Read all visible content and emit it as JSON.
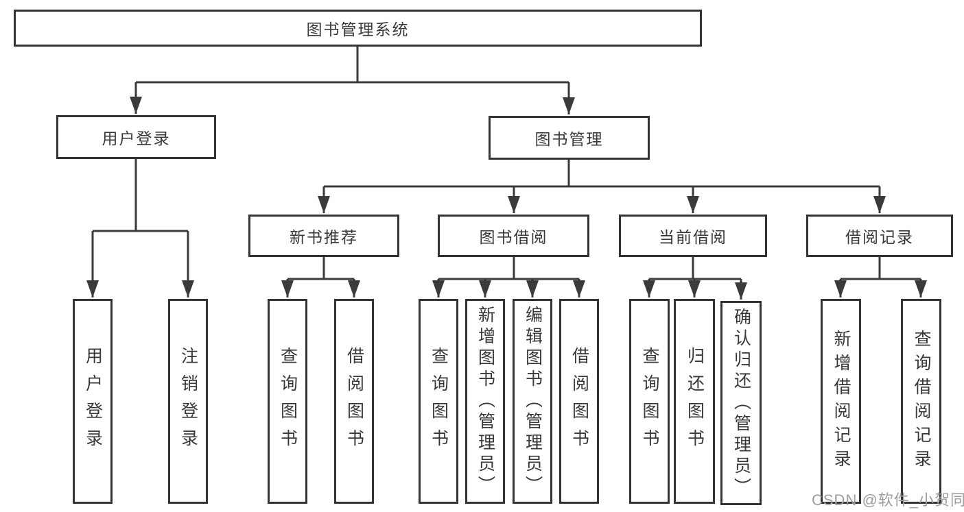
{
  "diagram": {
    "root": {
      "label": "图书管理系统"
    },
    "branches": [
      {
        "label": "用户登录",
        "children": [
          {
            "label": "用户登录"
          },
          {
            "label": "注销登录"
          }
        ]
      },
      {
        "label": "图书管理",
        "children": [
          {
            "label": "新书推荐",
            "children": [
              {
                "label": "查询图书"
              },
              {
                "label": "借阅图书"
              }
            ]
          },
          {
            "label": "图书借阅",
            "children": [
              {
                "label": "查询图书"
              },
              {
                "label": "新增图书（管理员）"
              },
              {
                "label": "编辑图书（管理员）"
              },
              {
                "label": "借阅图书"
              }
            ]
          },
          {
            "label": "当前借阅",
            "children": [
              {
                "label": "查询图书"
              },
              {
                "label": "归还图书"
              },
              {
                "label": "确认归还（管理员）"
              }
            ]
          },
          {
            "label": "借阅记录",
            "children": [
              {
                "label": "新增借阅记录"
              },
              {
                "label": "查询借阅记录"
              }
            ]
          }
        ]
      }
    ]
  },
  "watermark": {
    "text": "CSDN @软件_小贺同学"
  },
  "colors": {
    "line": "#3a3a3c",
    "box_border": "#333335",
    "text": "#38383a",
    "watermark": "#9e9e9e",
    "background": "#ffffff"
  }
}
